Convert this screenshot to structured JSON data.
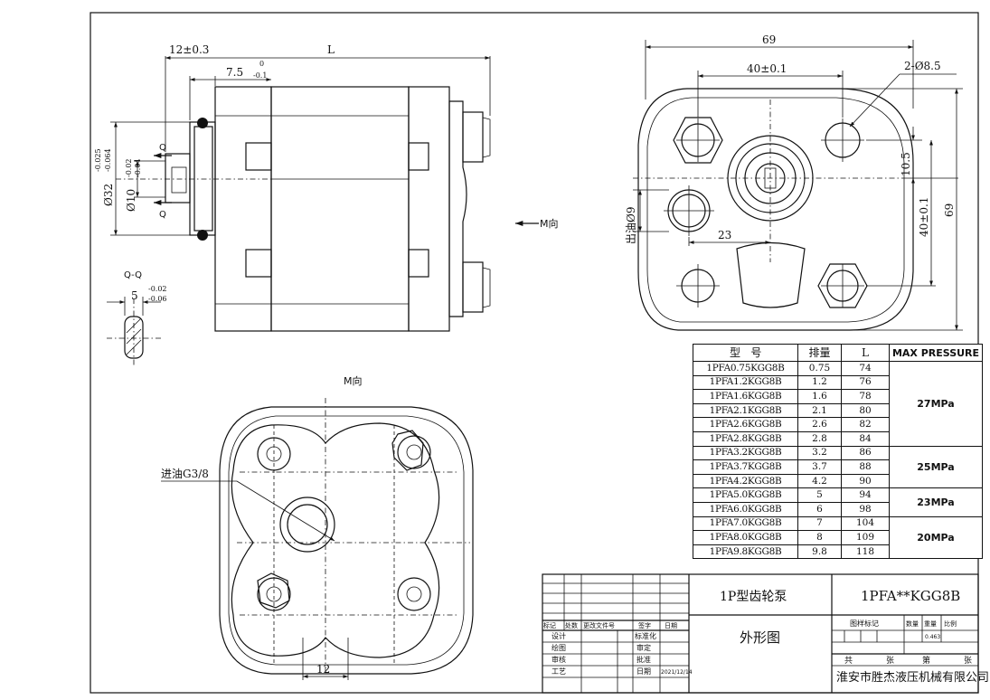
{
  "views": {
    "side": {
      "dim_top_left": "12±0.3",
      "dim_top_L": "L",
      "dim_flange": "7.5",
      "dim_flange_tol_upper": "0",
      "dim_flange_tol_lower": "-0.1",
      "dim_spigot": "Ø32",
      "dim_spigot_tol_upper": "-0.025",
      "dim_spigot_tol_lower": "-0.064",
      "dim_shaft": "Ø10",
      "dim_shaft_tol_upper": "-0.02",
      "dim_shaft_tol_lower": "-0.04",
      "section_mark_top": "Q",
      "section_mark_bottom": "Q",
      "view_arrow_label": "M向"
    },
    "section": {
      "title": "Q-Q",
      "dim_key": "5",
      "dim_key_tol_upper": "-0.02",
      "dim_key_tol_lower": "-0.06"
    },
    "front": {
      "dim_width": "69",
      "dim_hole_spacing": "40±0.1",
      "dim_holes": "2-Ø8.5",
      "dim_offset": "10.5",
      "dim_vspacing": "40±0.1",
      "dim_height": "69",
      "dim_outlet": "出油Ø9",
      "dim_outlet_offset": "23"
    },
    "mview": {
      "title": "M向",
      "inlet_label": "进油G3/8",
      "dim_bottom": "12"
    }
  },
  "spec_table": {
    "headers": [
      "型　号",
      "排量",
      "L",
      "MAX PRESSURE"
    ],
    "rows": [
      {
        "model": "1PFA0.75KGG8B",
        "disp": "0.75",
        "L": "74"
      },
      {
        "model": "1PFA1.2KGG8B",
        "disp": "1.2",
        "L": "76"
      },
      {
        "model": "1PFA1.6KGG8B",
        "disp": "1.6",
        "L": "78"
      },
      {
        "model": "1PFA2.1KGG8B",
        "disp": "2.1",
        "L": "80"
      },
      {
        "model": "1PFA2.6KGG8B",
        "disp": "2.6",
        "L": "82"
      },
      {
        "model": "1PFA2.8KGG8B",
        "disp": "2.8",
        "L": "84"
      },
      {
        "model": "1PFA3.2KGG8B",
        "disp": "3.2",
        "L": "86"
      },
      {
        "model": "1PFA3.7KGG8B",
        "disp": "3.7",
        "L": "88"
      },
      {
        "model": "1PFA4.2KGG8B",
        "disp": "4.2",
        "L": "90"
      },
      {
        "model": "1PFA5.0KGG8B",
        "disp": "5",
        "L": "94"
      },
      {
        "model": "1PFA6.0KGG8B",
        "disp": "6",
        "L": "98"
      },
      {
        "model": "1PFA7.0KGG8B",
        "disp": "7",
        "L": "104"
      },
      {
        "model": "1PFA8.0KGG8B",
        "disp": "8",
        "L": "109"
      },
      {
        "model": "1PFA9.8KGG8B",
        "disp": "9.8",
        "L": "118"
      }
    ],
    "pressure_groups": [
      {
        "label": "27MPa",
        "rows": 6
      },
      {
        "label": "25MPa",
        "rows": 3
      },
      {
        "label": "23MPa",
        "rows": 2
      },
      {
        "label": "20MPa",
        "rows": 3
      }
    ]
  },
  "title_block": {
    "product": "1P型齿轮泵",
    "model": "1PFA**KGG8B",
    "drawing_name": "外形图",
    "company": "淮安市胜杰液压机械有限公司",
    "rev_headers": [
      "标记",
      "处数",
      "更改文件号",
      "签字",
      "日期"
    ],
    "design": "设计",
    "standardize": "标准化",
    "draw": "绘图",
    "check": "审定",
    "review": "审核",
    "approve": "批准",
    "process": "工艺",
    "date_label": "日期",
    "date_value": "2021/12/14",
    "stage_label": "图样标记",
    "qty_label": "数量",
    "weight_label": "重量",
    "scale_label": "比例",
    "weight_value": "0.463",
    "total_label": "共",
    "sheet_unit": "张",
    "sheet_label": "第",
    "sheet_unit2": "张"
  }
}
